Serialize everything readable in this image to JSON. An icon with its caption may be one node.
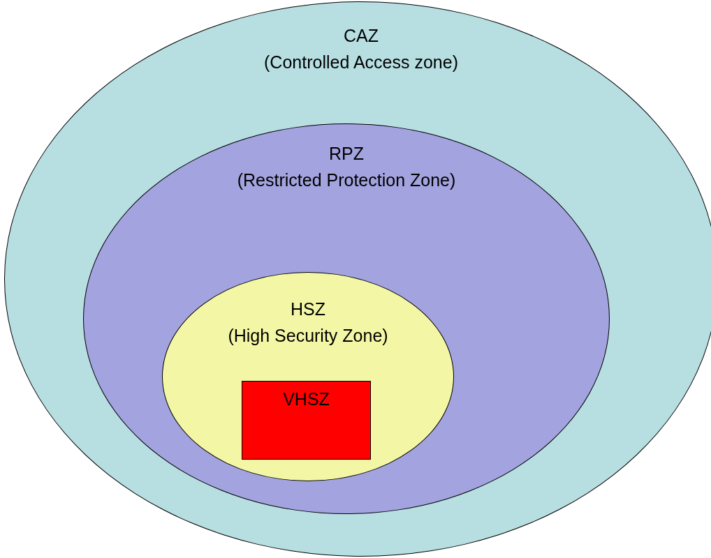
{
  "diagram": {
    "nodes": [
      {
        "text": [
          "CAZ",
          "(Controlled Access zone)"
        ]
      },
      {
        "text": [
          "RPZ",
          "(Restricted Protection Zone)"
        ],
        "in": 0
      },
      {
        "text": [
          "HSZ",
          "(High Security Zone)"
        ],
        "in": 1
      },
      {
        "text": [
          "VHSZ"
        ],
        "in": 2
      }
    ]
  }
}
